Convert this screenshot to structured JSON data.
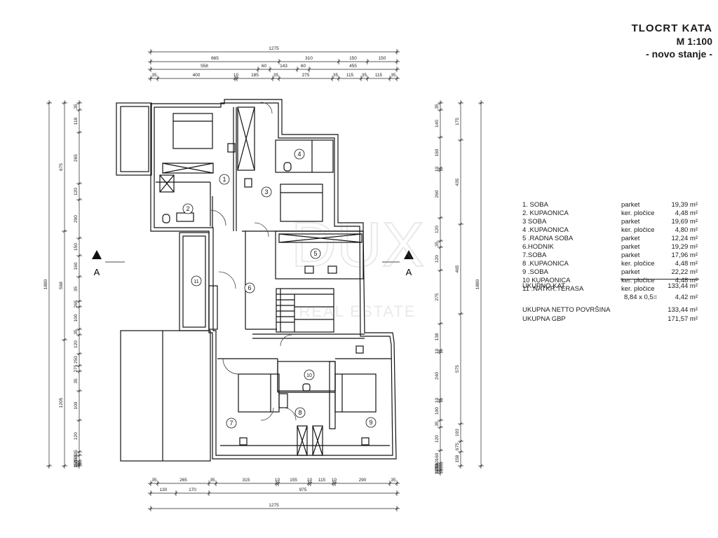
{
  "header": {
    "title": "TLOCRT KATA",
    "scale": "M 1:100",
    "state": "- novo stanje -"
  },
  "watermark": {
    "brand": "DUX",
    "subtitle": "REAL ESTATE"
  },
  "section_marker": "A",
  "rooms": [
    {
      "no": "1",
      "name": "1. SOBA",
      "floor": "parket",
      "area": "19,39 m²"
    },
    {
      "no": "2",
      "name": "2. KUPAONICA",
      "floor": "ker. pločice",
      "area": "4,48 m²"
    },
    {
      "no": "3",
      "name": "3  SOBA",
      "floor": "parket",
      "area": "19,69 m²"
    },
    {
      "no": "4",
      "name": "4 .KUPAONICA",
      "floor": "ker. pločice",
      "area": "4,80 m²"
    },
    {
      "no": "5",
      "name": "5 .RADNA SOBA",
      "floor": "parket",
      "area": "12,24 m²"
    },
    {
      "no": "6",
      "name": "6.HODNIK",
      "floor": "parket",
      "area": "19,29 m²"
    },
    {
      "no": "7",
      "name": "7.SOBA",
      "floor": "parket",
      "area": "17,96 m²"
    },
    {
      "no": "8",
      "name": "8 .KUPAONICA",
      "floor": "ker. pločice",
      "area": "4,48 m²"
    },
    {
      "no": "9",
      "name": "9 .SOBA",
      "floor": "parket",
      "area": "22,22 m²"
    },
    {
      "no": "10",
      "name": "10 KUPAONICA",
      "floor": "ker. pločice",
      "area": "4,48 m²"
    },
    {
      "no": "11",
      "name": "11 .NATKR.TERASA",
      "floor": "ker. pločice",
      "area": ""
    }
  ],
  "terrace_calc": {
    "formula": "8,84 x 0,5=",
    "area": "4,42 m²"
  },
  "totals": {
    "floor_label": "UKUPNO KAT",
    "floor_value": "133,44 m²",
    "net_label": "UKUPNA NETTO POVRŠINA",
    "net_value": "133,44  m²",
    "gbp_label": "UKUPNA GBP",
    "gbp_value": "171,57  m²"
  },
  "dimensions": {
    "top_overall": [
      "1275"
    ],
    "top_row1": [
      "665",
      "310",
      "150",
      "150"
    ],
    "top_row2": [
      "558",
      "60",
      "143",
      "60",
      "455"
    ],
    "top_row3": [
      "35",
      "400",
      "10",
      "185",
      "35",
      "275",
      "35",
      "115",
      "35",
      "115",
      "35"
    ],
    "bottom_row1": [
      "35",
      "265",
      "35",
      "315",
      "10",
      "155",
      "10",
      "115",
      "10",
      "290",
      "35"
    ],
    "bottom_row2": [
      "130",
      "170",
      "975"
    ],
    "bottom_overall": [
      "1275"
    ],
    "left_inner": [
      "35",
      "118",
      "265",
      "120",
      "290",
      "150",
      "160",
      "35",
      "265",
      "100",
      "35",
      "120",
      "250",
      "275",
      "35",
      "100",
      "120",
      "335",
      "165",
      "120",
      "150",
      "35"
    ],
    "left_mid": [
      "675",
      "568",
      "1205"
    ],
    "left_outer": [
      "1880"
    ],
    "right_inner": [
      "35",
      "140",
      "160",
      "10",
      "260",
      "120",
      "35",
      "120",
      "275",
      "138",
      "10",
      "240",
      "10",
      "100",
      "35",
      "120",
      "160",
      "160",
      "10",
      "120",
      "175",
      "10"
    ],
    "right_mid": [
      "175",
      "435",
      "465",
      "575",
      "193",
      "675",
      "158"
    ],
    "right_outer": [
      "1880"
    ]
  }
}
